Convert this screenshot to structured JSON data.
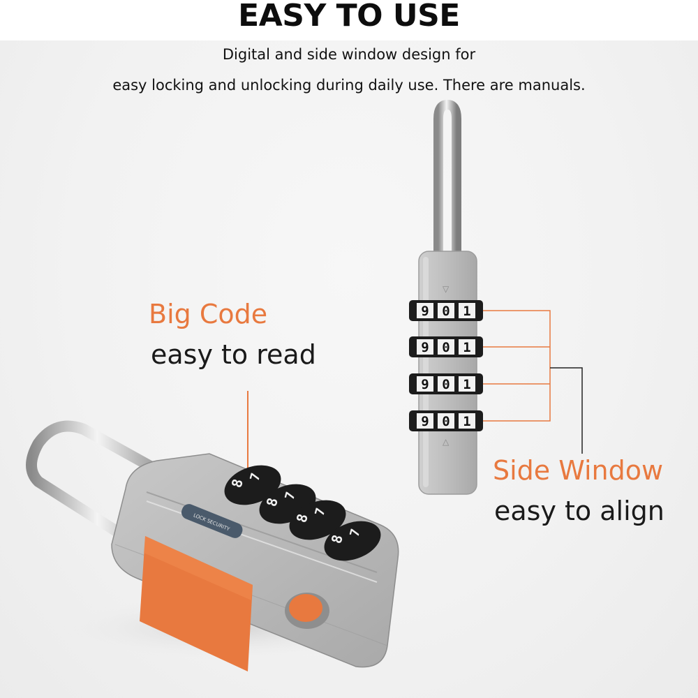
{
  "heading": "EASY TO USE",
  "subtitle_line1": "Digital and side window design for",
  "subtitle_line2": "easy locking and unlocking during daily use. There are manuals.",
  "callouts": {
    "big_code_title": "Big Code",
    "big_code_desc": "easy to read",
    "side_window_title": "Side Window",
    "side_window_desc": "easy to align"
  },
  "dial_digits": "8 9 0 1",
  "lock_badge_text": "LOCK SECURITY",
  "colors": {
    "accent_orange": "#e8793f",
    "lock_body": "#b9b9b9",
    "dial": "#1c1c1c",
    "text": "#111111"
  }
}
